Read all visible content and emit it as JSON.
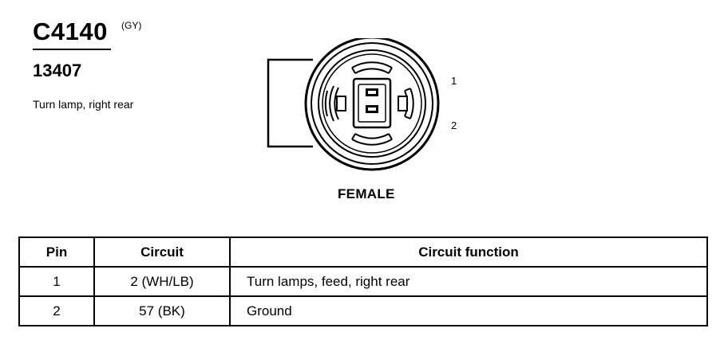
{
  "connector": {
    "id": "C4140",
    "color": "(GY)",
    "part_number": "13407",
    "description": "Turn lamp, right rear",
    "gender": "FEMALE",
    "pin_labels": [
      "1",
      "2"
    ]
  },
  "table": {
    "headers": {
      "pin": "Pin",
      "circuit": "Circuit",
      "function": "Circuit function"
    },
    "rows": [
      {
        "pin": "1",
        "circuit": "2 (WH/LB)",
        "function": "Turn lamps, feed, right rear"
      },
      {
        "pin": "2",
        "circuit": "57 (BK)",
        "function": "Ground"
      }
    ]
  }
}
